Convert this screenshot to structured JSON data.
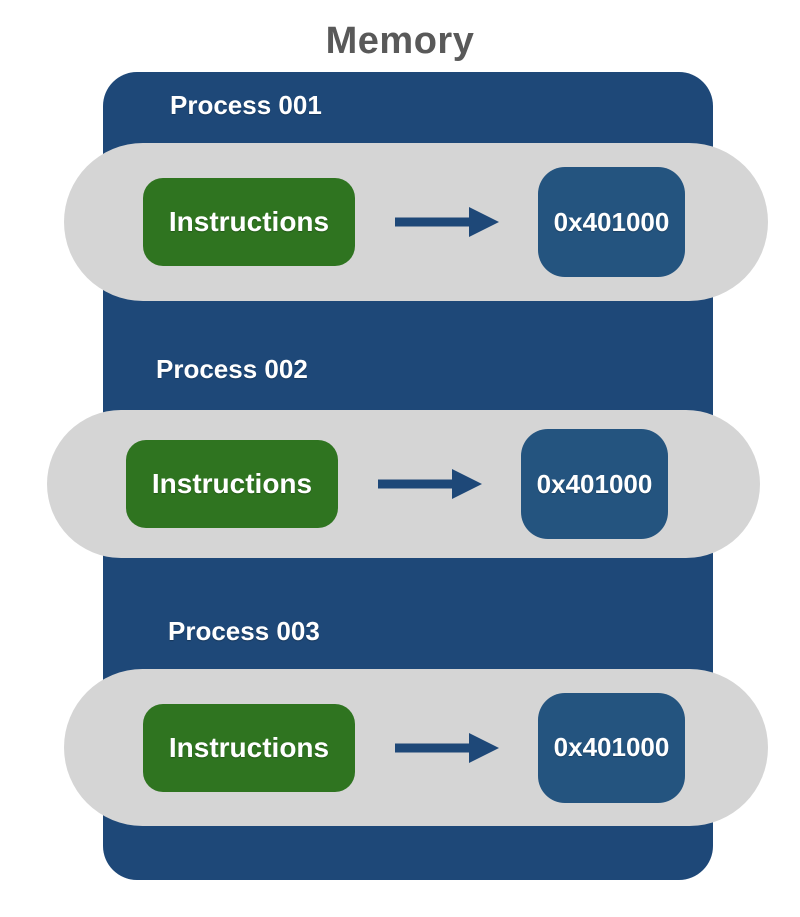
{
  "title": "Memory",
  "colors": {
    "container_blue": "#1E4878",
    "address_box_blue": "#24547F",
    "instruction_green": "#2F7420",
    "pill_gray": "#D5D5D5",
    "title_gray": "#595959",
    "label_text": "#FFFFFF"
  },
  "processes": [
    {
      "label": "Process 001",
      "instruction": "Instructions",
      "address": "0x401000"
    },
    {
      "label": "Process 002",
      "instruction": "Instructions",
      "address": "0x401000"
    },
    {
      "label": "Process 003",
      "instruction": "Instructions",
      "address": "0x401000"
    }
  ]
}
